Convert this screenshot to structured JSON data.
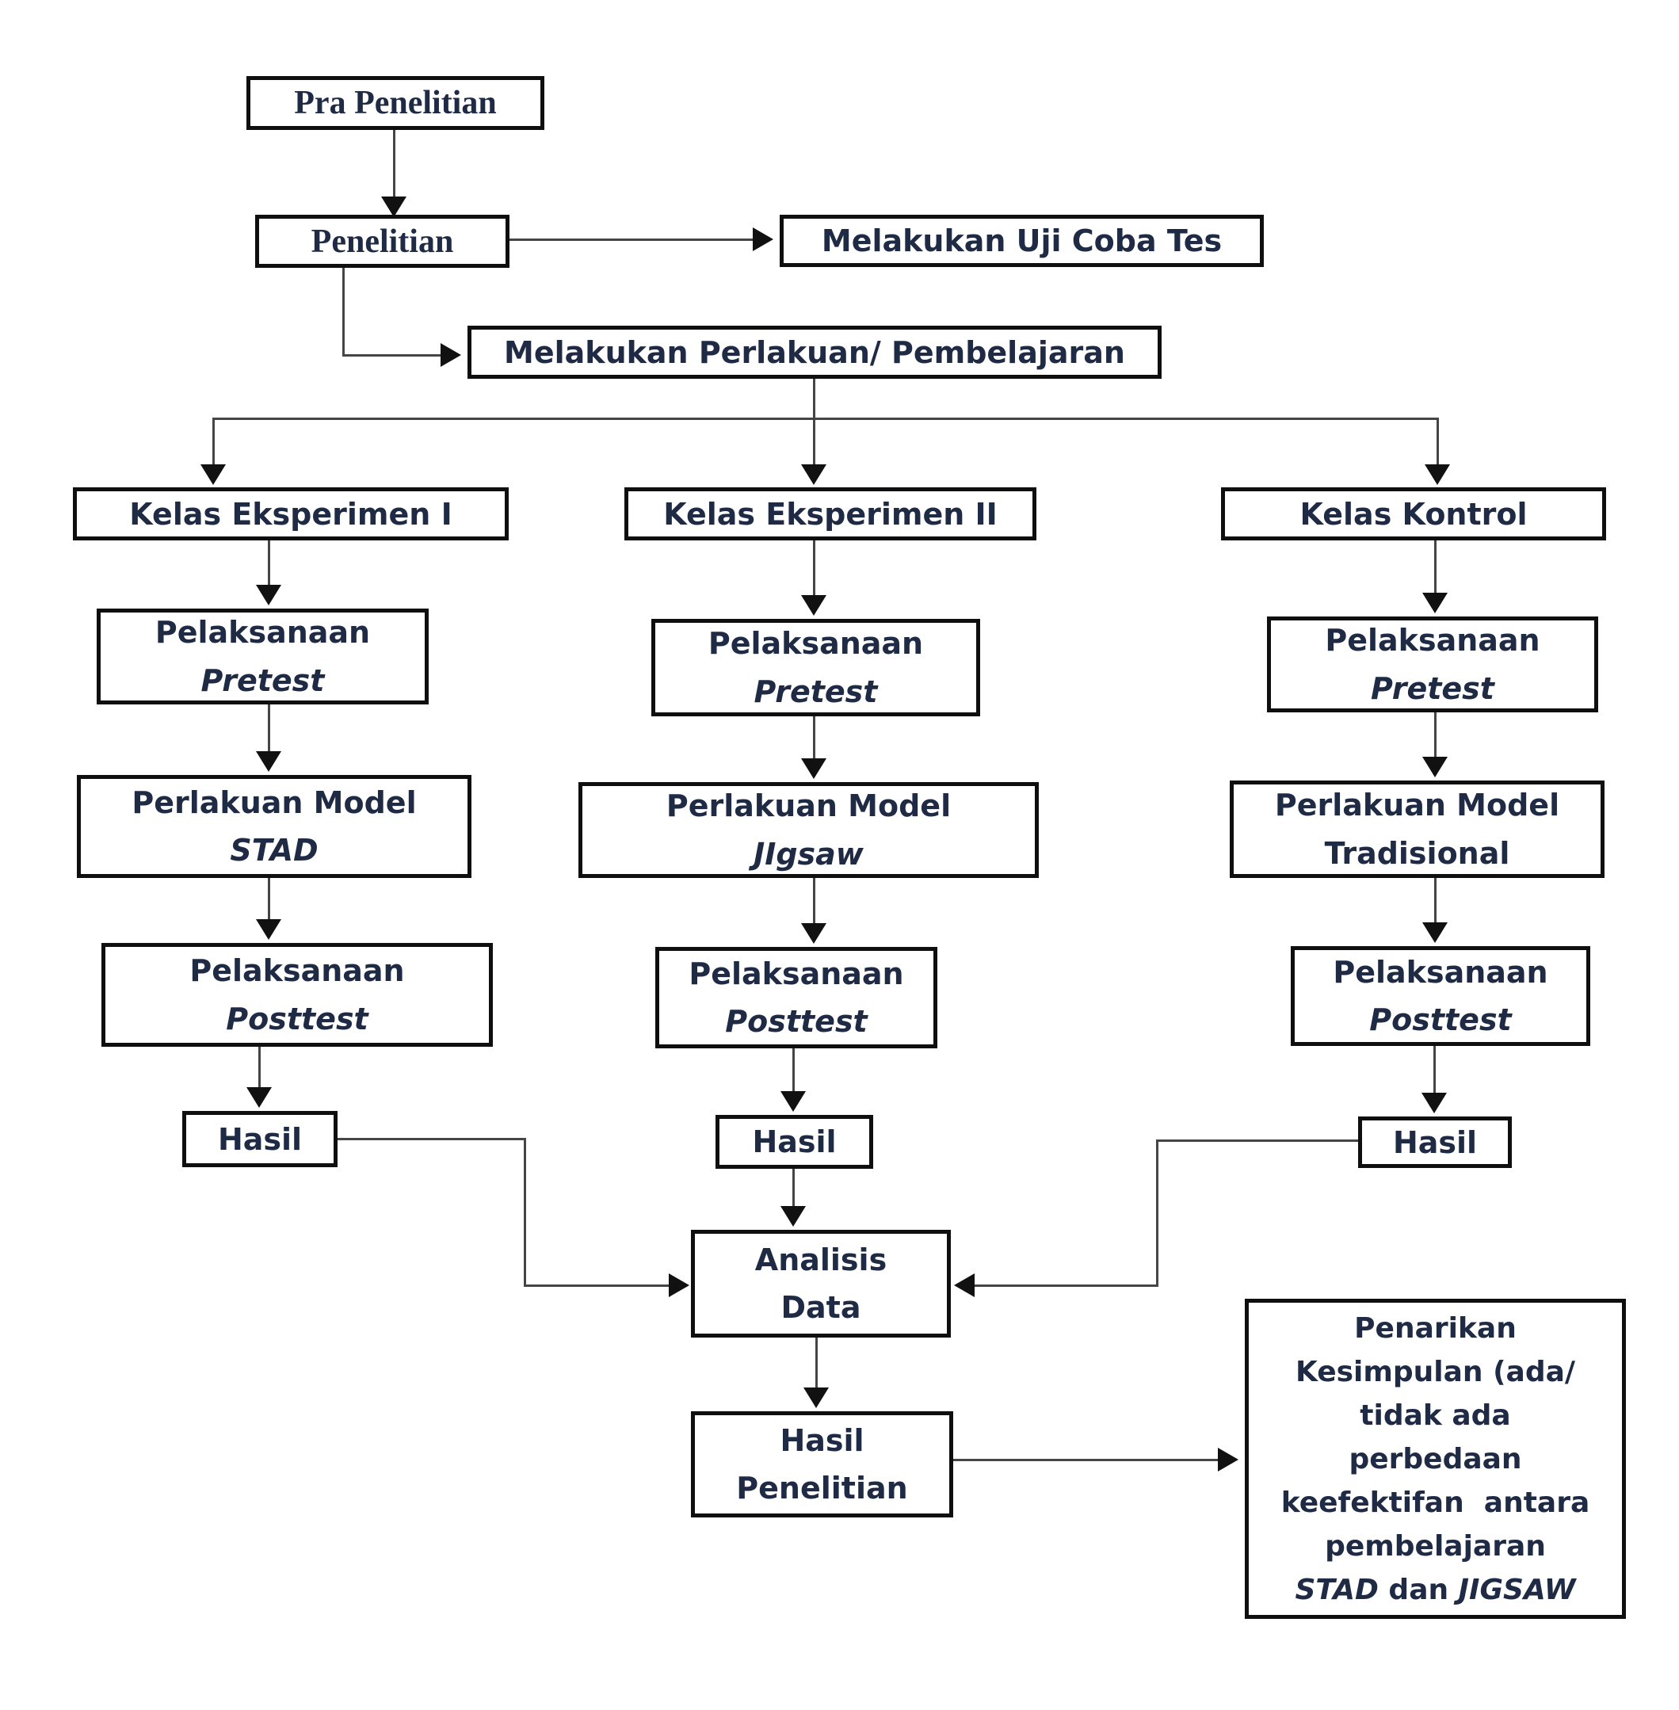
{
  "diagram": {
    "colors": {
      "text": "#1f2a44",
      "border": "#0f0f0f",
      "line": "#454545",
      "arrowhead": "#111111",
      "background": "#ffffff"
    },
    "nodes": {
      "pra_penelitian": "Pra Penelitian",
      "penelitian": "Penelitian",
      "uji_coba": "Melakukan Uji Coba Tes",
      "perlakuan": "Melakukan Perlakuan/ Pembelajaran",
      "kelas_eksperimen_1": "Kelas Eksperimen I",
      "kelas_eksperimen_2": "Kelas Eksperimen II",
      "kelas_kontrol": "Kelas Kontrol",
      "pretest_1": {
        "line1": "Pelaksanaan",
        "line2": "Pretest"
      },
      "pretest_2": {
        "line1": "Pelaksanaan",
        "line2": "Pretest"
      },
      "pretest_3": {
        "line1": "Pelaksanaan",
        "line2": "Pretest"
      },
      "model_stad": {
        "line1": "Perlakuan Model",
        "line2": "STAD"
      },
      "model_jigsaw": {
        "line1": "Perlakuan Model",
        "line2": "JIgsaw"
      },
      "model_tradisional": {
        "line1": "Perlakuan Model",
        "line2": "Tradisional"
      },
      "posttest_1": {
        "line1": "Pelaksanaan",
        "line2": "Posttest"
      },
      "posttest_2": {
        "line1": "Pelaksanaan",
        "line2": "Posttest"
      },
      "posttest_3": {
        "line1": "Pelaksanaan",
        "line2": "Posttest"
      },
      "hasil_1": "Hasil",
      "hasil_2": "Hasil",
      "hasil_3": "Hasil",
      "analisis_data": {
        "line1": "Analisis",
        "line2": "Data"
      },
      "hasil_penelitian": {
        "line1": "Hasil",
        "line2": "Penelitian"
      },
      "penarikan": {
        "lines": [
          "Penarikan",
          "Kesimpulan (ada/",
          "tidak ada",
          "perbedaan",
          "keefektifan  antara",
          "pembelajaran"
        ],
        "stad": "STAD",
        "dan": " dan ",
        "jigsaw": "JIGSAW"
      }
    }
  }
}
